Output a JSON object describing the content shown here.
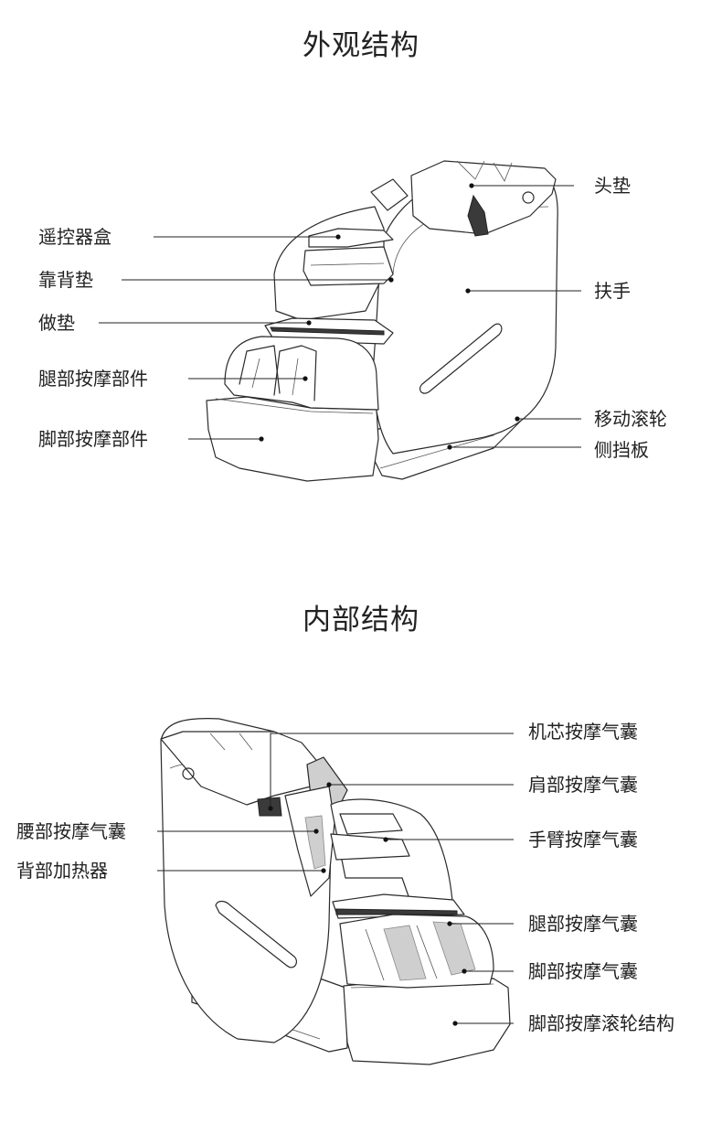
{
  "sections": {
    "exterior": {
      "title": "外观结构",
      "labels": {
        "remote_box": "遥控器盒",
        "back_cushion": "靠背垫",
        "seat_cushion": "做垫",
        "leg_massage": "腿部按摩部件",
        "foot_massage": "脚部按摩部件",
        "head_cushion": "头垫",
        "armrest": "扶手",
        "wheels": "移动滚轮",
        "side_panel": "侧挡板"
      }
    },
    "interior": {
      "title": "内部结构",
      "labels": {
        "waist_airbag": "腰部按摩气囊",
        "back_heater": "背部加热器",
        "core_airbag": "机芯按摩气囊",
        "shoulder_airbag": "肩部按摩气囊",
        "arm_airbag": "手臂按摩气囊",
        "leg_airbag": "腿部按摩气囊",
        "foot_airbag": "脚部按摩气囊",
        "foot_roller": "脚部按摩滚轮结构"
      }
    }
  },
  "colors": {
    "line": "#222222",
    "airbag_fill": "#cfcfcf",
    "background": "#ffffff"
  }
}
